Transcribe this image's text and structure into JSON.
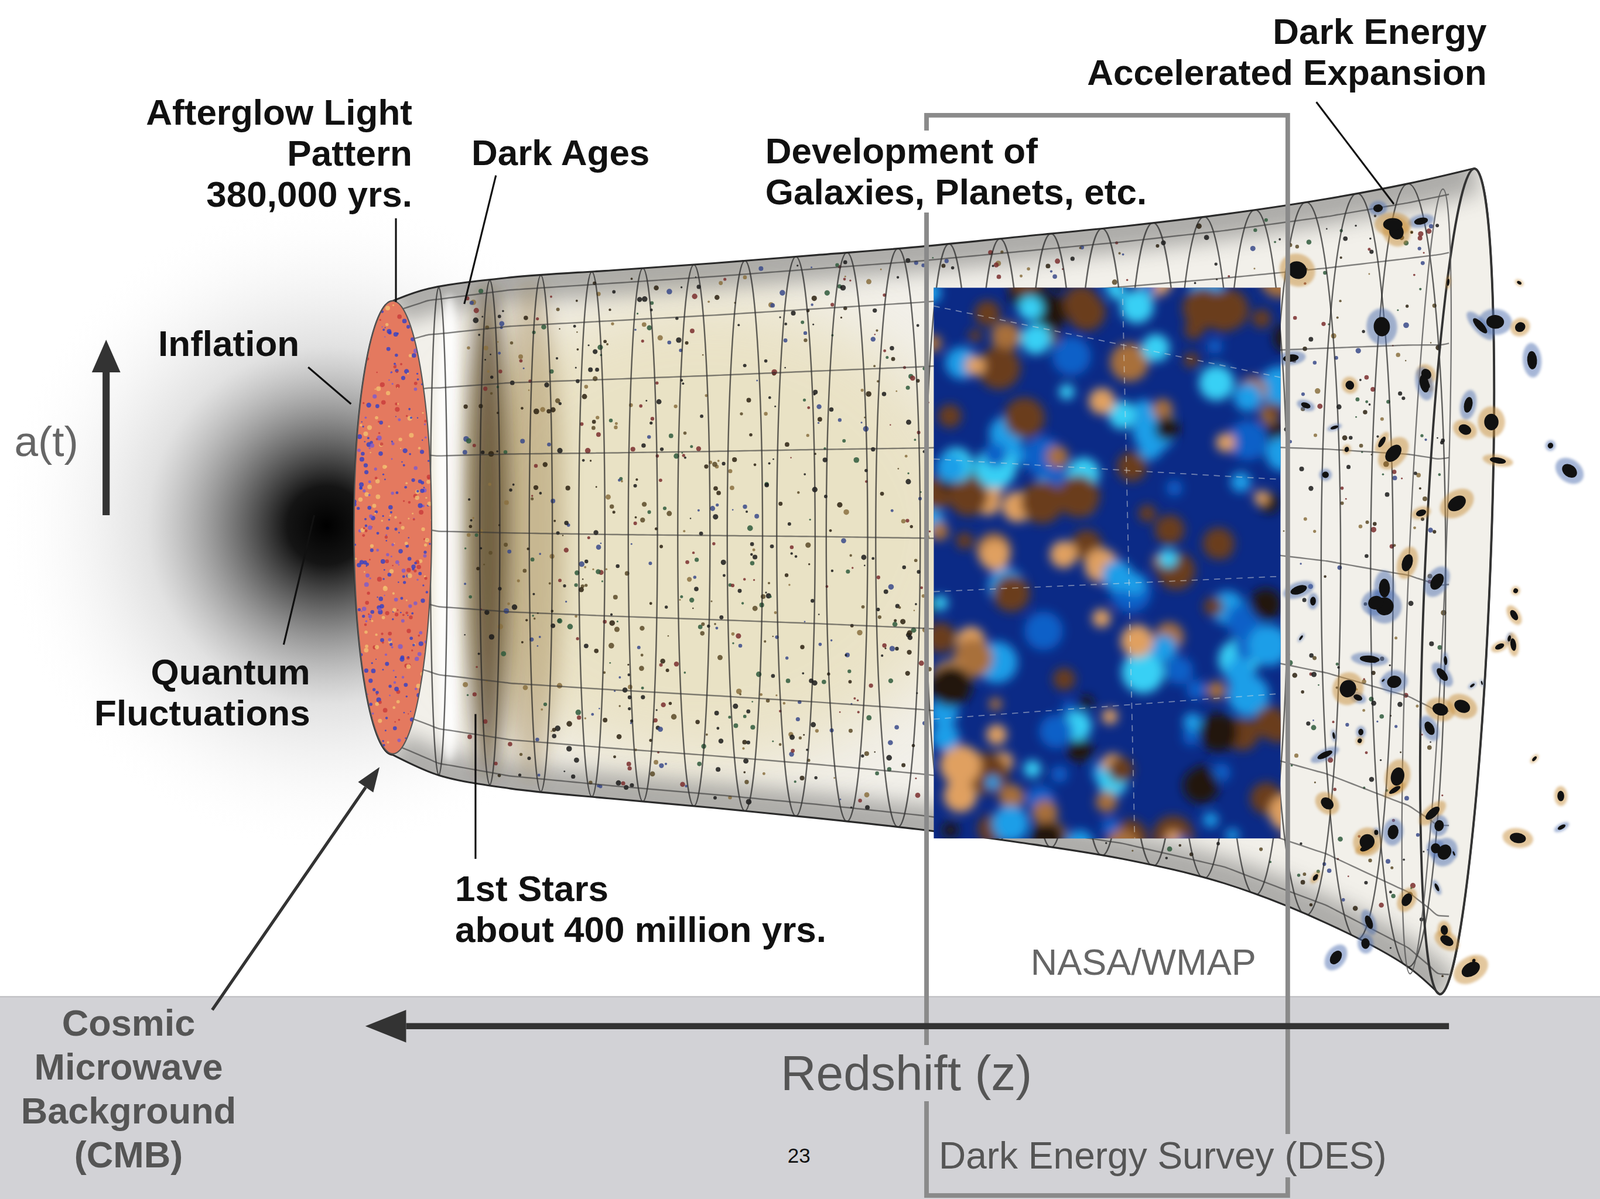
{
  "diagram": {
    "nodes": [
      {
        "text": [
          "Cosmic Microwave Background (CMB)",
          "Redshift (z)",
          "23",
          "Dark Energy Survey (DES)"
        ]
      }
    ],
    "labels": [
      "Dark Energy Accelerated Expansion",
      "Afterglow Light Pattern 380,000 yrs.",
      "Dark Ages",
      "Development of Galaxies, Planets, etc.",
      "Inflation",
      "a(t)",
      "Quantum Fluctuations",
      "1st Stars about 400 million yrs.",
      "NASA/WMAP"
    ]
  }
}
